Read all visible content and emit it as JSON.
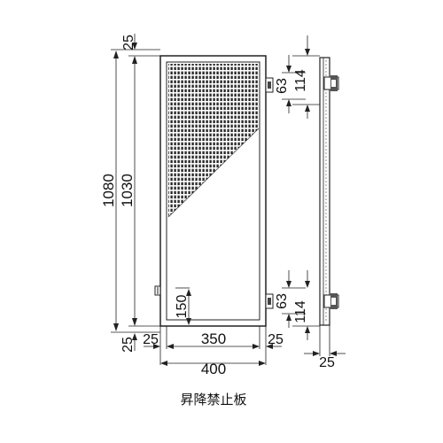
{
  "caption": "昇降禁止板",
  "front": {
    "dim_top_margin": "25",
    "dim_total_height": "1080",
    "dim_frame_height": "1030",
    "dim_bottom_margin": "25",
    "dim_bracket_height": "150",
    "dim_left_offset": "25",
    "dim_inner_width": "350",
    "dim_right_offset": "25",
    "dim_total_width": "400"
  },
  "side": {
    "dim_top_63": "63",
    "dim_top_114": "114",
    "dim_bottom_63": "63",
    "dim_bottom_114": "114",
    "dim_thickness": "25"
  }
}
